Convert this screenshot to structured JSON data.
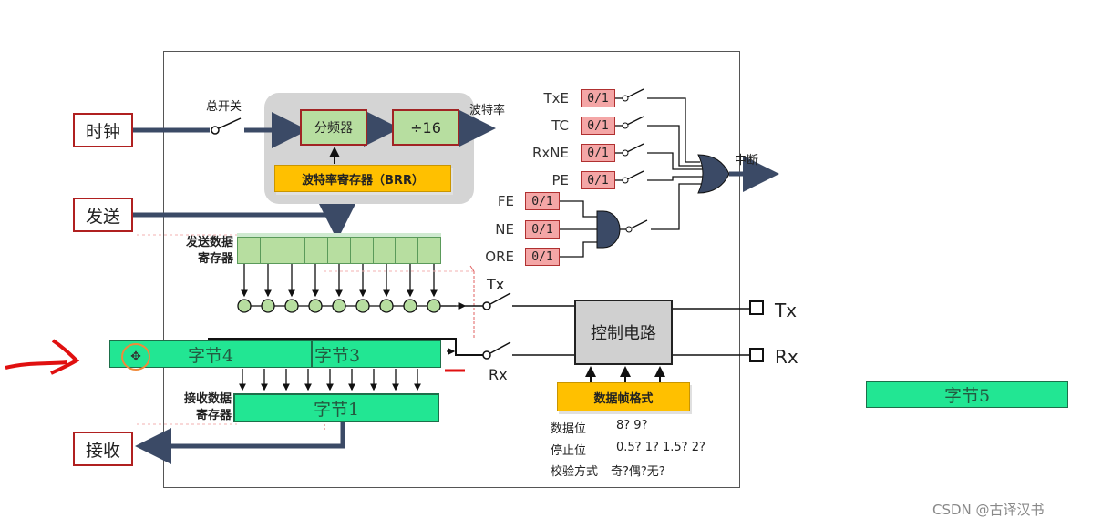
{
  "inputs": {
    "clock": "时钟",
    "send": "发送",
    "receive": "接收"
  },
  "clock_path": {
    "master_switch": "总开关",
    "divider": "分频器",
    "div16": "÷16",
    "baud_rate": "波特率",
    "brr": "波特率寄存器（BRR）"
  },
  "flags": [
    {
      "name": "TxE",
      "value": "0/1"
    },
    {
      "name": "TC",
      "value": "0/1"
    },
    {
      "name": "RxNE",
      "value": "0/1"
    },
    {
      "name": "PE",
      "value": "0/1"
    },
    {
      "name": "FE",
      "value": "0/1"
    },
    {
      "name": "NE",
      "value": "0/1"
    },
    {
      "name": "ORE",
      "value": "0/1"
    }
  ],
  "interrupt": "中断",
  "tx_data_register": "发送数据\n寄存器",
  "rx_data_register": "接收数据\n寄存器",
  "tx_switch": "Tx",
  "rx_switch": "Rx",
  "control_circuit": "控制电路",
  "port_tx": "Tx",
  "port_rx": "Rx",
  "frame_format": "数据帧格式",
  "format_lines": [
    {
      "label": "数据位",
      "value": "8? 9?"
    },
    {
      "label": "停止位",
      "value": "0.5? 1? 1.5? 2?"
    },
    {
      "label": "校验方式",
      "value": "奇?偶?无?"
    }
  ],
  "bytes": {
    "byte4": "字节4",
    "byte3": "字节3",
    "byte1": "字节1",
    "byte5": "字节5"
  },
  "watermark": "CSDN @古译汉书",
  "colors": {
    "arrow": "#3b4a66",
    "byte": "#22e693",
    "flag": "#f4a6a6",
    "register": "#b7dea0",
    "brr": "#ffc000",
    "annotation": "#e01010"
  }
}
